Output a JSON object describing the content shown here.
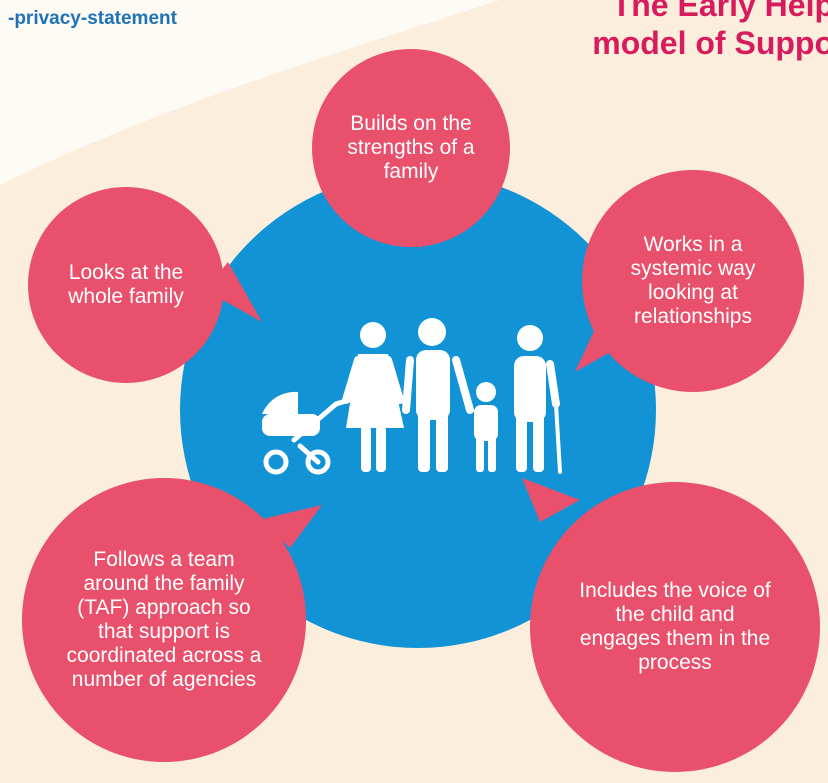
{
  "header": {
    "link_text": "-privacy-statement",
    "title_line1": "The Early Help",
    "title_line2": "model of Suppo"
  },
  "colors": {
    "background": "#fbeedd",
    "center_circle": "#1193d6",
    "bubble": "#e8506c",
    "title": "#d81b5c",
    "link": "#1d72b8"
  },
  "center": {
    "illustration": "family-with-pram-icon"
  },
  "bubbles": {
    "top": "Builds on the strengths of a family",
    "left": "Looks at the whole family",
    "right": "Works in a systemic way looking at relationships",
    "bottom_left": "Follows a team around the family (TAF) approach so that support is coordinated across a number of agencies",
    "bottom_right": "Includes the voice of the child and engages them in the process"
  }
}
